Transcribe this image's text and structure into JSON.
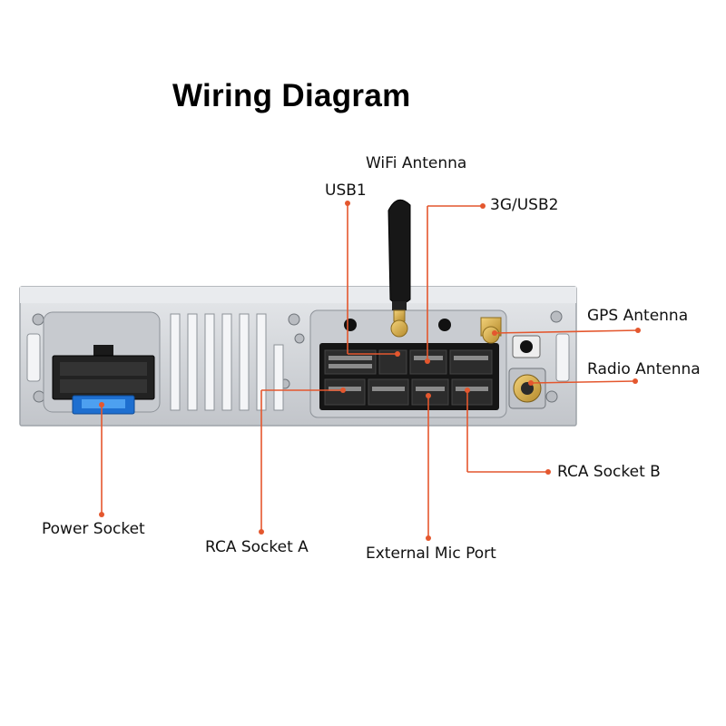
{
  "title": "Wiring Diagram",
  "accent_color": "#e4572e",
  "labels": {
    "wifi_antenna": "WiFi Antenna",
    "usb1": "USB1",
    "usb2_3g": "3G/USB2",
    "gps_antenna": "GPS Antenna",
    "radio_antenna": "Radio Antenna",
    "rca_socket_b": "RCA Socket B",
    "power_socket": "Power Socket",
    "rca_socket_a": "RCA Socket A",
    "external_mic_port": "External Mic Port"
  }
}
